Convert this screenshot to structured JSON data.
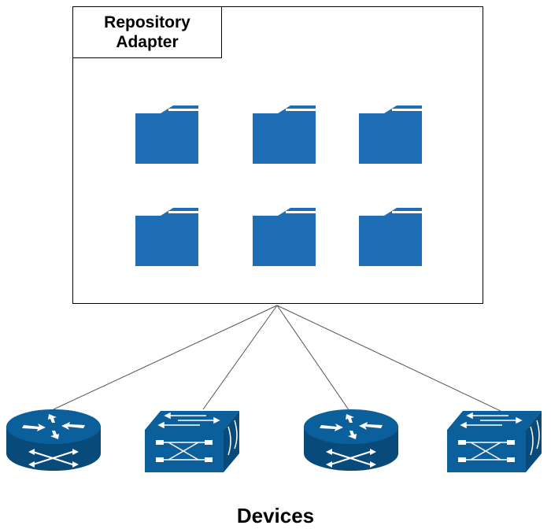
{
  "container": {
    "title_line1": "Repository",
    "title_line2": "Adapter"
  },
  "folders": [
    {
      "icon": "folder-icon"
    },
    {
      "icon": "folder-icon"
    },
    {
      "icon": "folder-icon"
    },
    {
      "icon": "folder-icon"
    },
    {
      "icon": "folder-icon"
    },
    {
      "icon": "folder-icon"
    }
  ],
  "devices": [
    {
      "icon": "router-icon"
    },
    {
      "icon": "switch-icon"
    },
    {
      "icon": "router-icon"
    },
    {
      "icon": "switch-icon"
    }
  ],
  "caption": "Devices",
  "colors": {
    "folder": "#1f6db5",
    "device": "#0b5f9b",
    "device_dark": "#084a7a",
    "border": "#000000",
    "connector": "#555555"
  }
}
